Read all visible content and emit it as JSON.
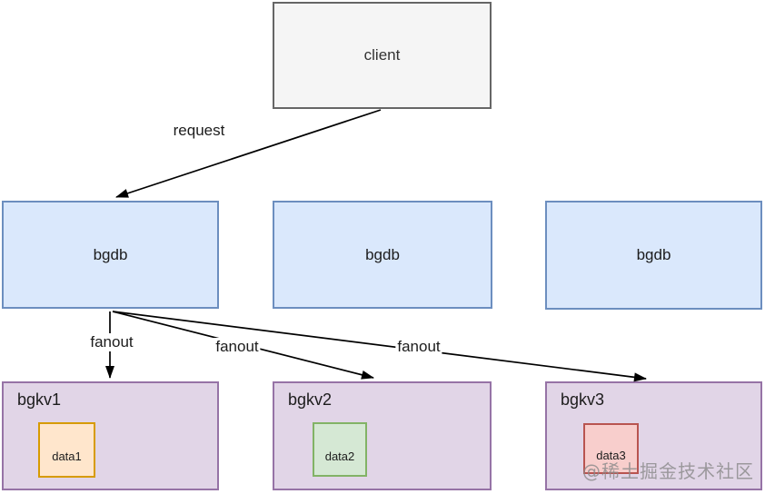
{
  "diagram": {
    "nodes": {
      "client": {
        "label": "client",
        "fill": "#f5f5f5",
        "border": "#666666"
      },
      "bgdb": [
        {
          "label": "bgdb"
        },
        {
          "label": "bgdb"
        },
        {
          "label": "bgdb"
        }
      ],
      "bgdb_style": {
        "fill": "#dae8fc",
        "border": "#6c8ebf"
      },
      "bgkv": [
        {
          "label": "bgkv1",
          "data_label": "data1",
          "data_fill": "#ffe6cc",
          "data_border": "#d79b00"
        },
        {
          "label": "bgkv2",
          "data_label": "data2",
          "data_fill": "#d5e8d4",
          "data_border": "#82b366"
        },
        {
          "label": "bgkv3",
          "data_label": "data3",
          "data_fill": "#f8cecc",
          "data_border": "#b85450"
        }
      ],
      "bgkv_style": {
        "fill": "#e1d5e7",
        "border": "#9673a6"
      }
    },
    "edges": {
      "request_label": "request",
      "fanout_labels": [
        "fanout",
        "fanout",
        "fanout"
      ],
      "line_color": "#000000"
    },
    "watermark": {
      "text": "@稀土掘金技术社区",
      "color": "#8a8a8a"
    }
  }
}
